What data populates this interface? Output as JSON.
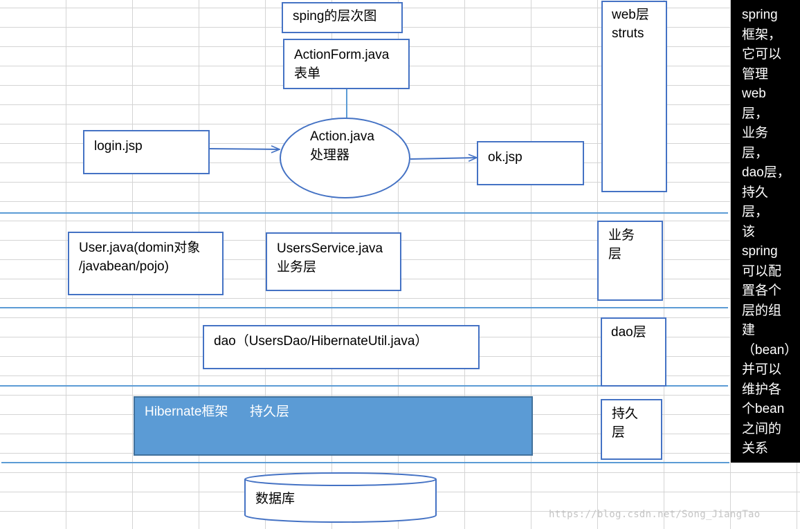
{
  "title": "sping的层次图",
  "web_layer": {
    "actionform": "ActionForm.java\n表单",
    "login": "login.jsp",
    "action": "Action.java\n处理器",
    "ok": "ok.jsp",
    "label": "web层\nstruts"
  },
  "service_layer": {
    "user": "User.java(domin对象\n/javabean/pojo)",
    "service": "UsersService.java\n业务层",
    "label": "业务\n层"
  },
  "dao_layer": {
    "dao": "dao（UsersDao/HibernateUtil.java）",
    "label": "dao层"
  },
  "persistence_layer": {
    "hibernate": "Hibernate框架      持久层",
    "label": "持久\n层"
  },
  "database": "数据库",
  "spring_note": "spring\n框架，\n它可以\n管理\nweb层，\n业务层，\ndao层，\n持久层，\n该\nspring\n可以配\n置各个\n层的组\n建\n（bean）\n并可以\n维护各\n个bean\n之间的\n关系",
  "watermark": "https://blog.csdn.net/Song_JiangTao",
  "colors": {
    "border": "#4472c4",
    "separator": "#5b9bd5",
    "hibernate_fill": "#5b9bd5",
    "panel": "#000000"
  }
}
